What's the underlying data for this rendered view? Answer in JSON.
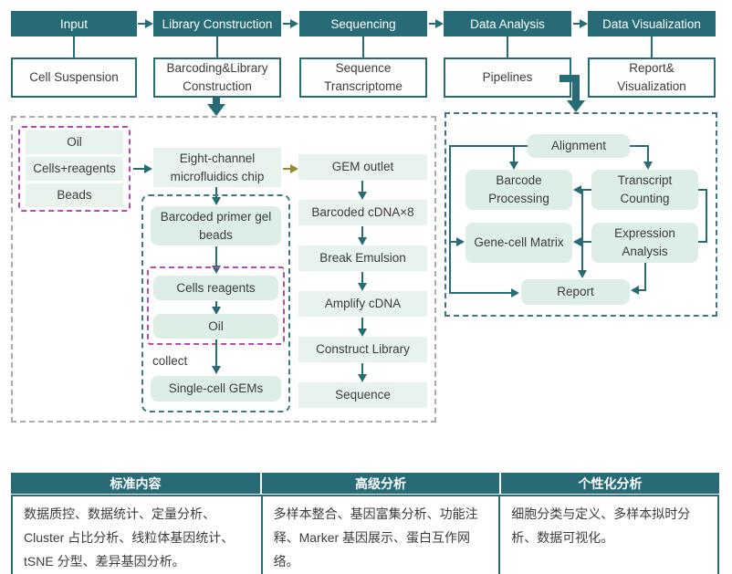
{
  "colors": {
    "teal": "#266b76",
    "teal-dash": "#3f7589",
    "gray-dash": "#a8aeae",
    "purple": "#b44cb0",
    "olive": "#938a33",
    "node-fill": "#e9f3ee",
    "rnode-fill": "#ddeee7",
    "ink": "#3c3c3c"
  },
  "top_flow": {
    "stages": [
      {
        "label": "Input",
        "sub": "Cell Suspension"
      },
      {
        "label": "Library Construction",
        "sub": "Barcoding&Library Construction"
      },
      {
        "label": "Sequencing",
        "sub": "Sequence Transcriptome"
      },
      {
        "label": "Data Analysis",
        "sub": "Pipelines"
      },
      {
        "label": "Data Visualization",
        "sub": "Report&\nVisualization"
      }
    ]
  },
  "library_section": {
    "inputs": [
      "Oil",
      "Cells+reagents",
      "Beads"
    ],
    "chip": "Eight-channel microfluidics chip",
    "gel_beads": "Barcoded primer gel beads",
    "emulsion": [
      "Cells reagents",
      "Oil"
    ],
    "collect_label": "collect",
    "gems": "Single-cell GEMs"
  },
  "sequencing_steps": [
    "GEM outlet",
    "Barcoded cDNA×8",
    "Break Emulsion",
    "Amplify cDNA",
    "Construct Library",
    "Sequence"
  ],
  "analysis_section": {
    "nodes": {
      "alignment": "Alignment",
      "barcode": "Barcode Processing",
      "transcript": "Transcript Counting",
      "matrix": "Gene-cell Matrix",
      "expression": "Expression Analysis",
      "report": "Report"
    }
  },
  "table": {
    "columns": [
      {
        "header": "标准内容",
        "body": "数据质控、数据统计、定量分析、Cluster 占比分析、线粒体基因统计、tSNE 分型、差异基因分析。"
      },
      {
        "header": "高级分析",
        "body": "多样本整合、基因富集分析、功能注释、Marker 基因展示、蛋白互作网络。"
      },
      {
        "header": "个性化分析",
        "body": "细胞分类与定义、多样本拟时分析、数据可视化。"
      }
    ]
  }
}
